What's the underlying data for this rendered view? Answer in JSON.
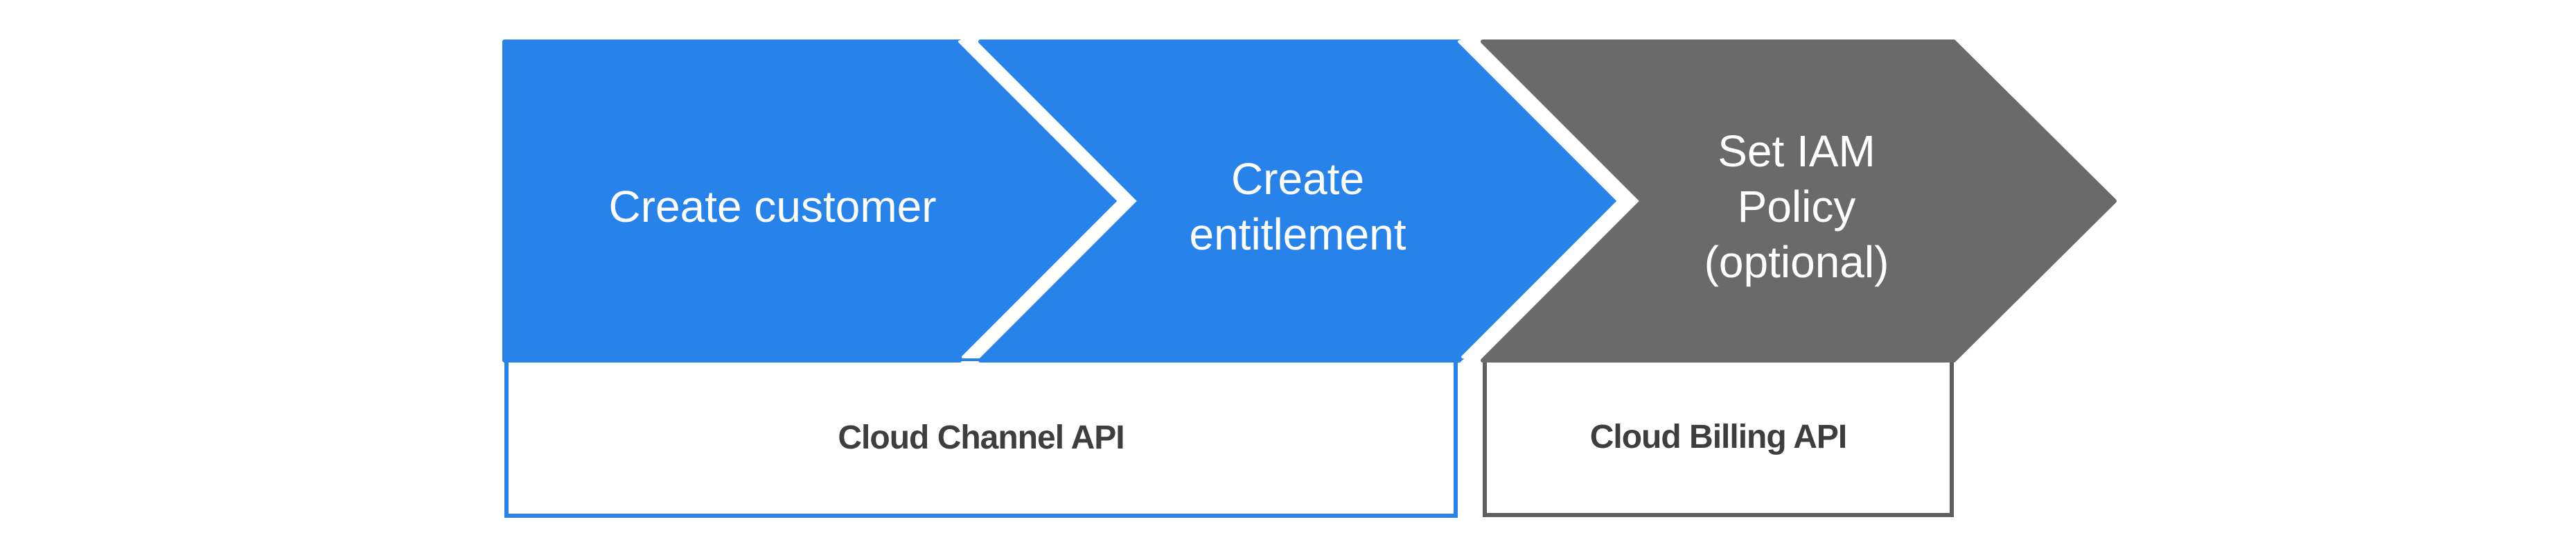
{
  "diagram": {
    "description": "Three-step process flow of chevron arrows with API ownership boxes underneath",
    "steps": [
      {
        "id": "create-customer",
        "label": "Create customer",
        "fill_color": "#2783EA",
        "text_color": "#FFFFFF"
      },
      {
        "id": "create-entitlement",
        "label": "Create\nentitlement",
        "fill_color": "#2783EA",
        "text_color": "#FFFFFF"
      },
      {
        "id": "set-iam-policy",
        "label": "Set IAM\nPolicy\n(optional)",
        "fill_color": "#6A6A6A",
        "text_color": "#FFFFFF"
      }
    ],
    "api_boxes": [
      {
        "id": "cloud-channel-api",
        "label": "Cloud Channel API",
        "border_color": "#2783EA",
        "text_color": "#3E3E3E",
        "covers_steps": [
          "create-customer",
          "create-entitlement"
        ]
      },
      {
        "id": "cloud-billing-api",
        "label": "Cloud Billing API",
        "border_color": "#5E5E5E",
        "text_color": "#3E3E3E",
        "covers_steps": [
          "set-iam-policy"
        ]
      }
    ],
    "colors": {
      "background": "#FFFFFF",
      "chevron_blue": "#2783EA",
      "chevron_gray": "#6A6A6A",
      "box_border_blue": "#2783EA",
      "box_border_gray": "#5E5E5E",
      "box_label_gray": "#3E3E3E",
      "separator_white": "#FFFFFF"
    }
  }
}
